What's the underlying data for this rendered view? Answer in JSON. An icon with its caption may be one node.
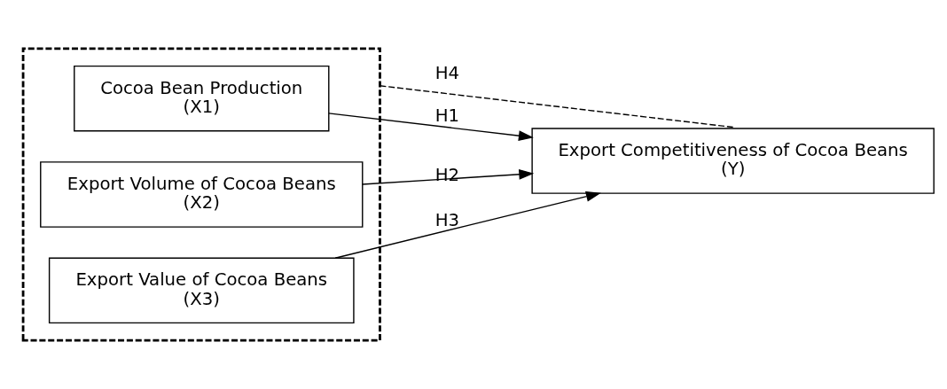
{
  "diagram": {
    "nodes": [
      {
        "text": [],
        "shape": "box"
      },
      {
        "text": [
          "Cocoa Bean Production",
          "(X1)"
        ],
        "in": 0
      },
      {
        "text": [
          "Export Volume of Cocoa Beans",
          "(X2)"
        ],
        "in": 0
      },
      {
        "text": [
          "Export Value of Cocoa Beans",
          "(X3)"
        ],
        "in": 0
      },
      {
        "text": [
          "Export Competitiveness of Cocoa Beans",
          "(Y)"
        ]
      }
    ],
    "edges": [
      {
        "from": 1,
        "to": 4,
        "arrow": "to",
        "label": "H1"
      },
      {
        "from": 2,
        "to": 4,
        "arrow": "to",
        "label": "H2"
      },
      {
        "from": 3,
        "to": 4,
        "arrow": "to",
        "label": "H3"
      },
      {
        "from": 0,
        "to": 4,
        "arrow": "none",
        "label": "H4",
        "style": "dashed"
      }
    ]
  }
}
